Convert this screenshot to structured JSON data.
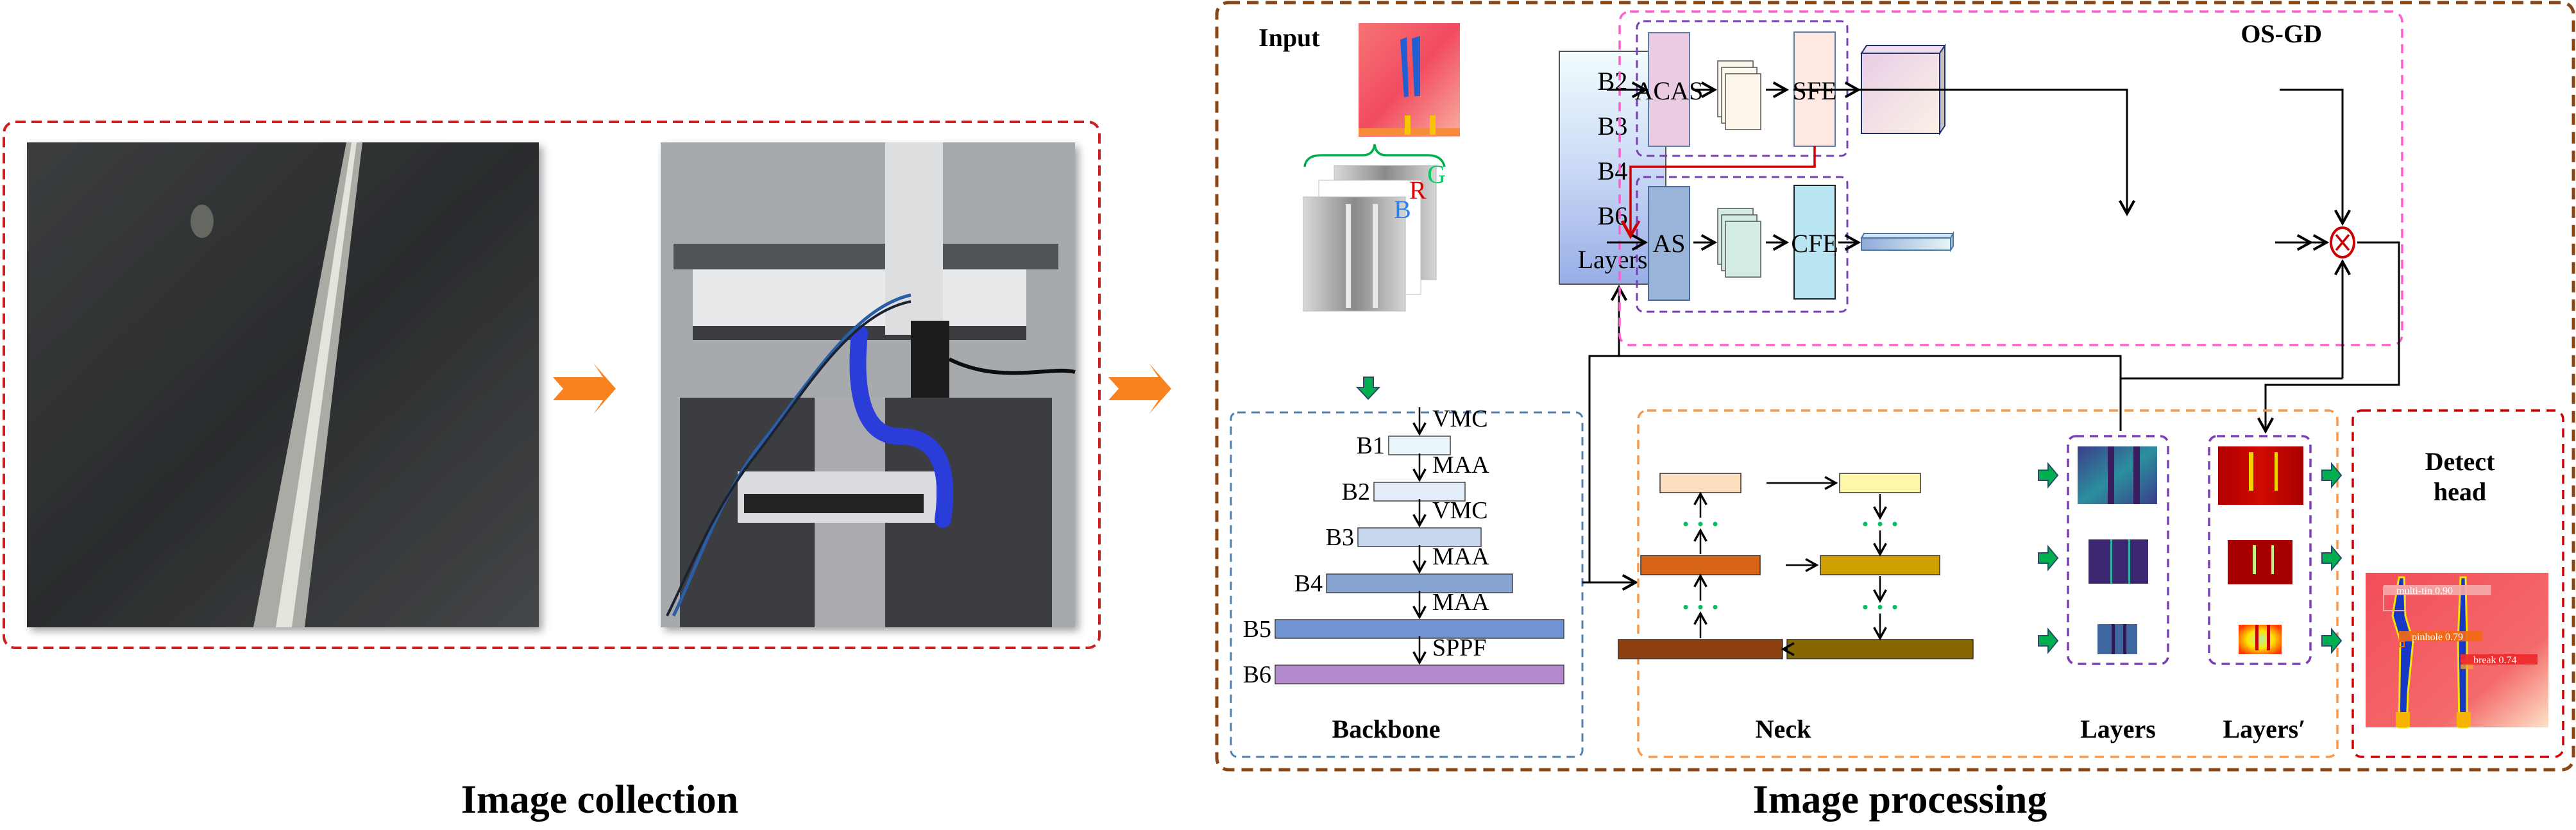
{
  "captions": {
    "image_collection": "Image collection",
    "image_processing": "Image processing"
  },
  "colors": {
    "collection_border": "#cc1f1f",
    "processing_border": "#8b4513",
    "backbone_border": "#4f7fb0",
    "neck_border": "#f7984a",
    "osgd_border": "#ff5ccd",
    "module_border": "#7a3fb5",
    "detect_border": "#cc0000",
    "flow_arrow": "#f7821f",
    "green_arrow": "#00b050",
    "red_line": "#cc0000"
  },
  "collection": {
    "photo_1": "solder-joint-closeup",
    "photo_2": "inspection-machine"
  },
  "input": {
    "title": "Input",
    "channels": [
      "G",
      "R",
      "B"
    ],
    "channel_colors": [
      "#00d060",
      "#e00000",
      "#2f80ed"
    ]
  },
  "backbone": {
    "title": "Backbone",
    "stages": [
      {
        "label": "B1",
        "op": "VMC",
        "color": "#eaf6fc"
      },
      {
        "label": "B2",
        "op": "MAA",
        "color": "#e4eefb"
      },
      {
        "label": "B3",
        "op": "VMC",
        "color": "#c8d9ef"
      },
      {
        "label": "B4",
        "op": "MAA",
        "color": "#86a3cf"
      },
      {
        "label": "B5",
        "op": "MAA",
        "color": "#7093d6"
      },
      {
        "label": "B6",
        "op": "SPPF",
        "color": "#b38bcc"
      }
    ]
  },
  "layer_stack": {
    "items": [
      "B2",
      "B3",
      "B4",
      "B6",
      "Layers"
    ]
  },
  "osgd": {
    "title": "OS-GD",
    "top_branch": {
      "first": "ACAS",
      "second": "SFE"
    },
    "bottom_branch": {
      "first": "AS",
      "second": "CFE"
    },
    "multiply_symbol": "⊗"
  },
  "neck": {
    "title": "Neck",
    "left_colors": [
      "#fddfc0",
      "#d86418",
      "#8d3f10"
    ],
    "right_colors": [
      "#fff7a8",
      "#cf9e00",
      "#876800"
    ]
  },
  "layers": {
    "title": "Layers"
  },
  "layers_prime": {
    "title": "Layers′"
  },
  "detect": {
    "title_line1": "Detect",
    "title_line2": "head",
    "detections": [
      {
        "label": "multi-tin",
        "score": "0.90",
        "text": "multi-tin 0.90",
        "color": "#f5a8a8"
      },
      {
        "label": "pinhole",
        "score": "0.79",
        "text": "pinhole 0.79",
        "color": "#f26a12"
      },
      {
        "label": "break",
        "score": "0.74",
        "text": "break 0.74",
        "color": "#ee2a2a"
      }
    ]
  }
}
